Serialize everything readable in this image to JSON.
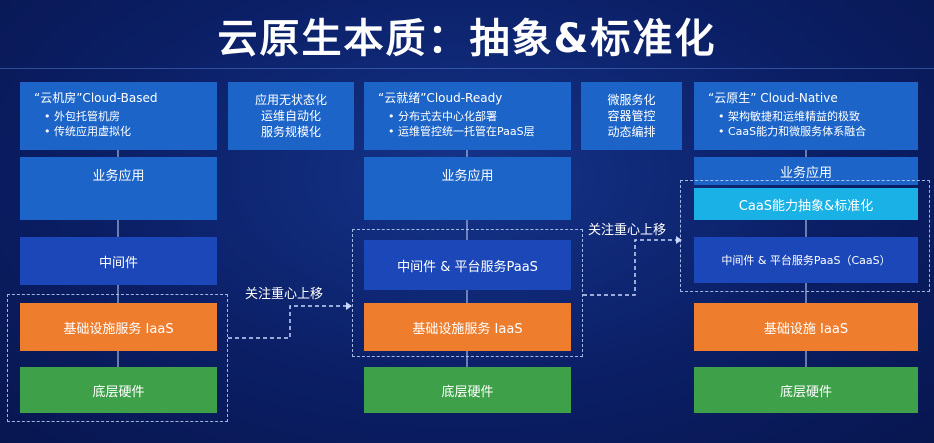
{
  "title": "云原生本质：抽象&标准化",
  "columns": [
    {
      "header": "“云机房”Cloud-Based",
      "bullets": [
        "外包托管机房",
        "传统应用虚拟化"
      ],
      "layers": [
        "业务应用",
        "中间件",
        "基础设施服务 IaaS",
        "底层硬件"
      ]
    },
    {
      "header": "“云就绪”Cloud-Ready",
      "bullets": [
        "分布式去中心化部署",
        "运维管控统一托管在PaaS层"
      ],
      "layers": [
        "业务应用",
        "中间件 & 平台服务PaaS",
        "基础设施服务 IaaS",
        "底层硬件"
      ]
    },
    {
      "header": "“云原生” Cloud-Native",
      "bullets": [
        "架构敏捷和运维精益的极致",
        "CaaS能力和微服务体系融合"
      ],
      "layers": [
        "业务应用",
        "CaaS能力抽象&标准化",
        "中间件 & 平台服务PaaS（CaaS）",
        "基础设施 IaaS",
        "底层硬件"
      ]
    }
  ],
  "transitions": [
    {
      "lines": [
        "应用无状态化",
        "运维自动化",
        "服务规模化"
      ],
      "shift_label": "关注重心上移"
    },
    {
      "lines": [
        "微服务化",
        "容器管控",
        "动态编排"
      ],
      "shift_label": "关注重心上移"
    }
  ]
}
